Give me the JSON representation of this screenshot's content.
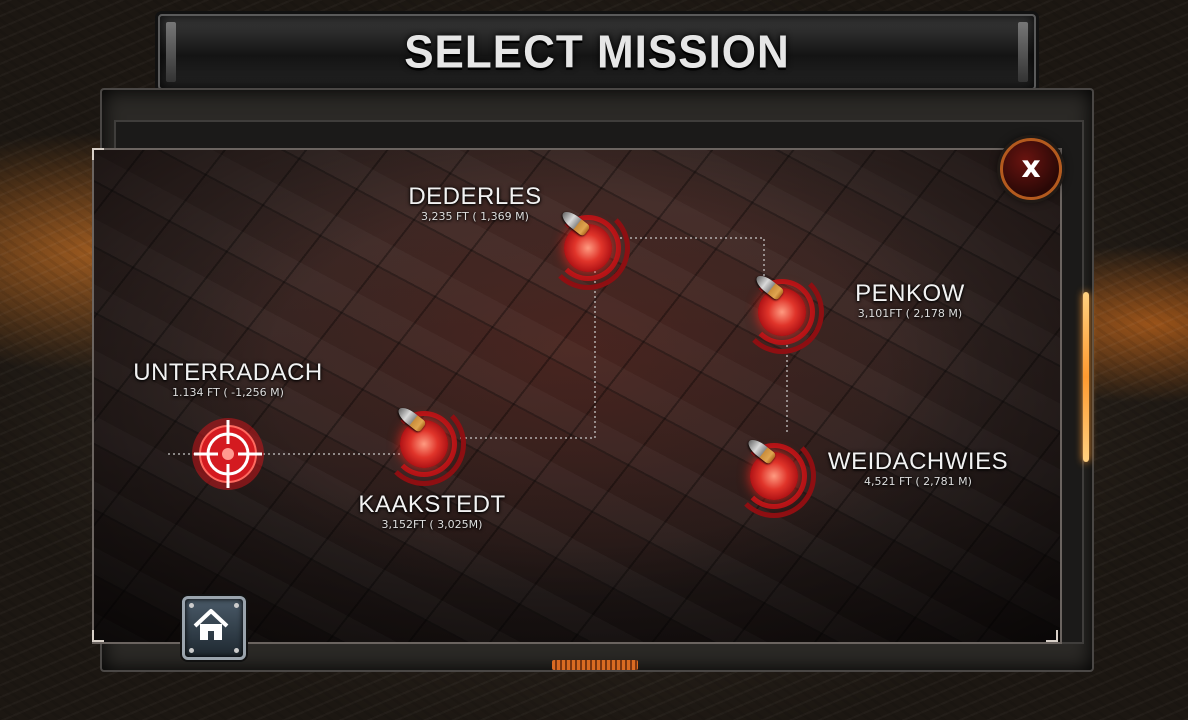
{
  "title": "SELECT MISSION",
  "close_label": "x",
  "colors": {
    "accent_red": "#c8161c",
    "frame_orange": "#d96a22",
    "text": "#f2f2f2"
  },
  "missions": [
    {
      "name": "UNTERRADACH",
      "altitude": "1.134 FT ( -1,256 M)",
      "marker": "crosshair-icon"
    },
    {
      "name": "KAAKSTEDT",
      "altitude": "3,152FT ( 3,025M)",
      "marker": "bullet-target-icon"
    },
    {
      "name": "DEDERLES",
      "altitude": "3,235 FT ( 1,369 M)",
      "marker": "bullet-target-icon"
    },
    {
      "name": "PENKOW",
      "altitude": "3,101FT ( 2,178 M)",
      "marker": "bullet-target-icon"
    },
    {
      "name": "WEIDACHWIES",
      "altitude": "4,521 FT ( 2,781 M)",
      "marker": "bullet-target-icon"
    }
  ],
  "icons": {
    "home": "home-icon",
    "close": "close-icon"
  }
}
